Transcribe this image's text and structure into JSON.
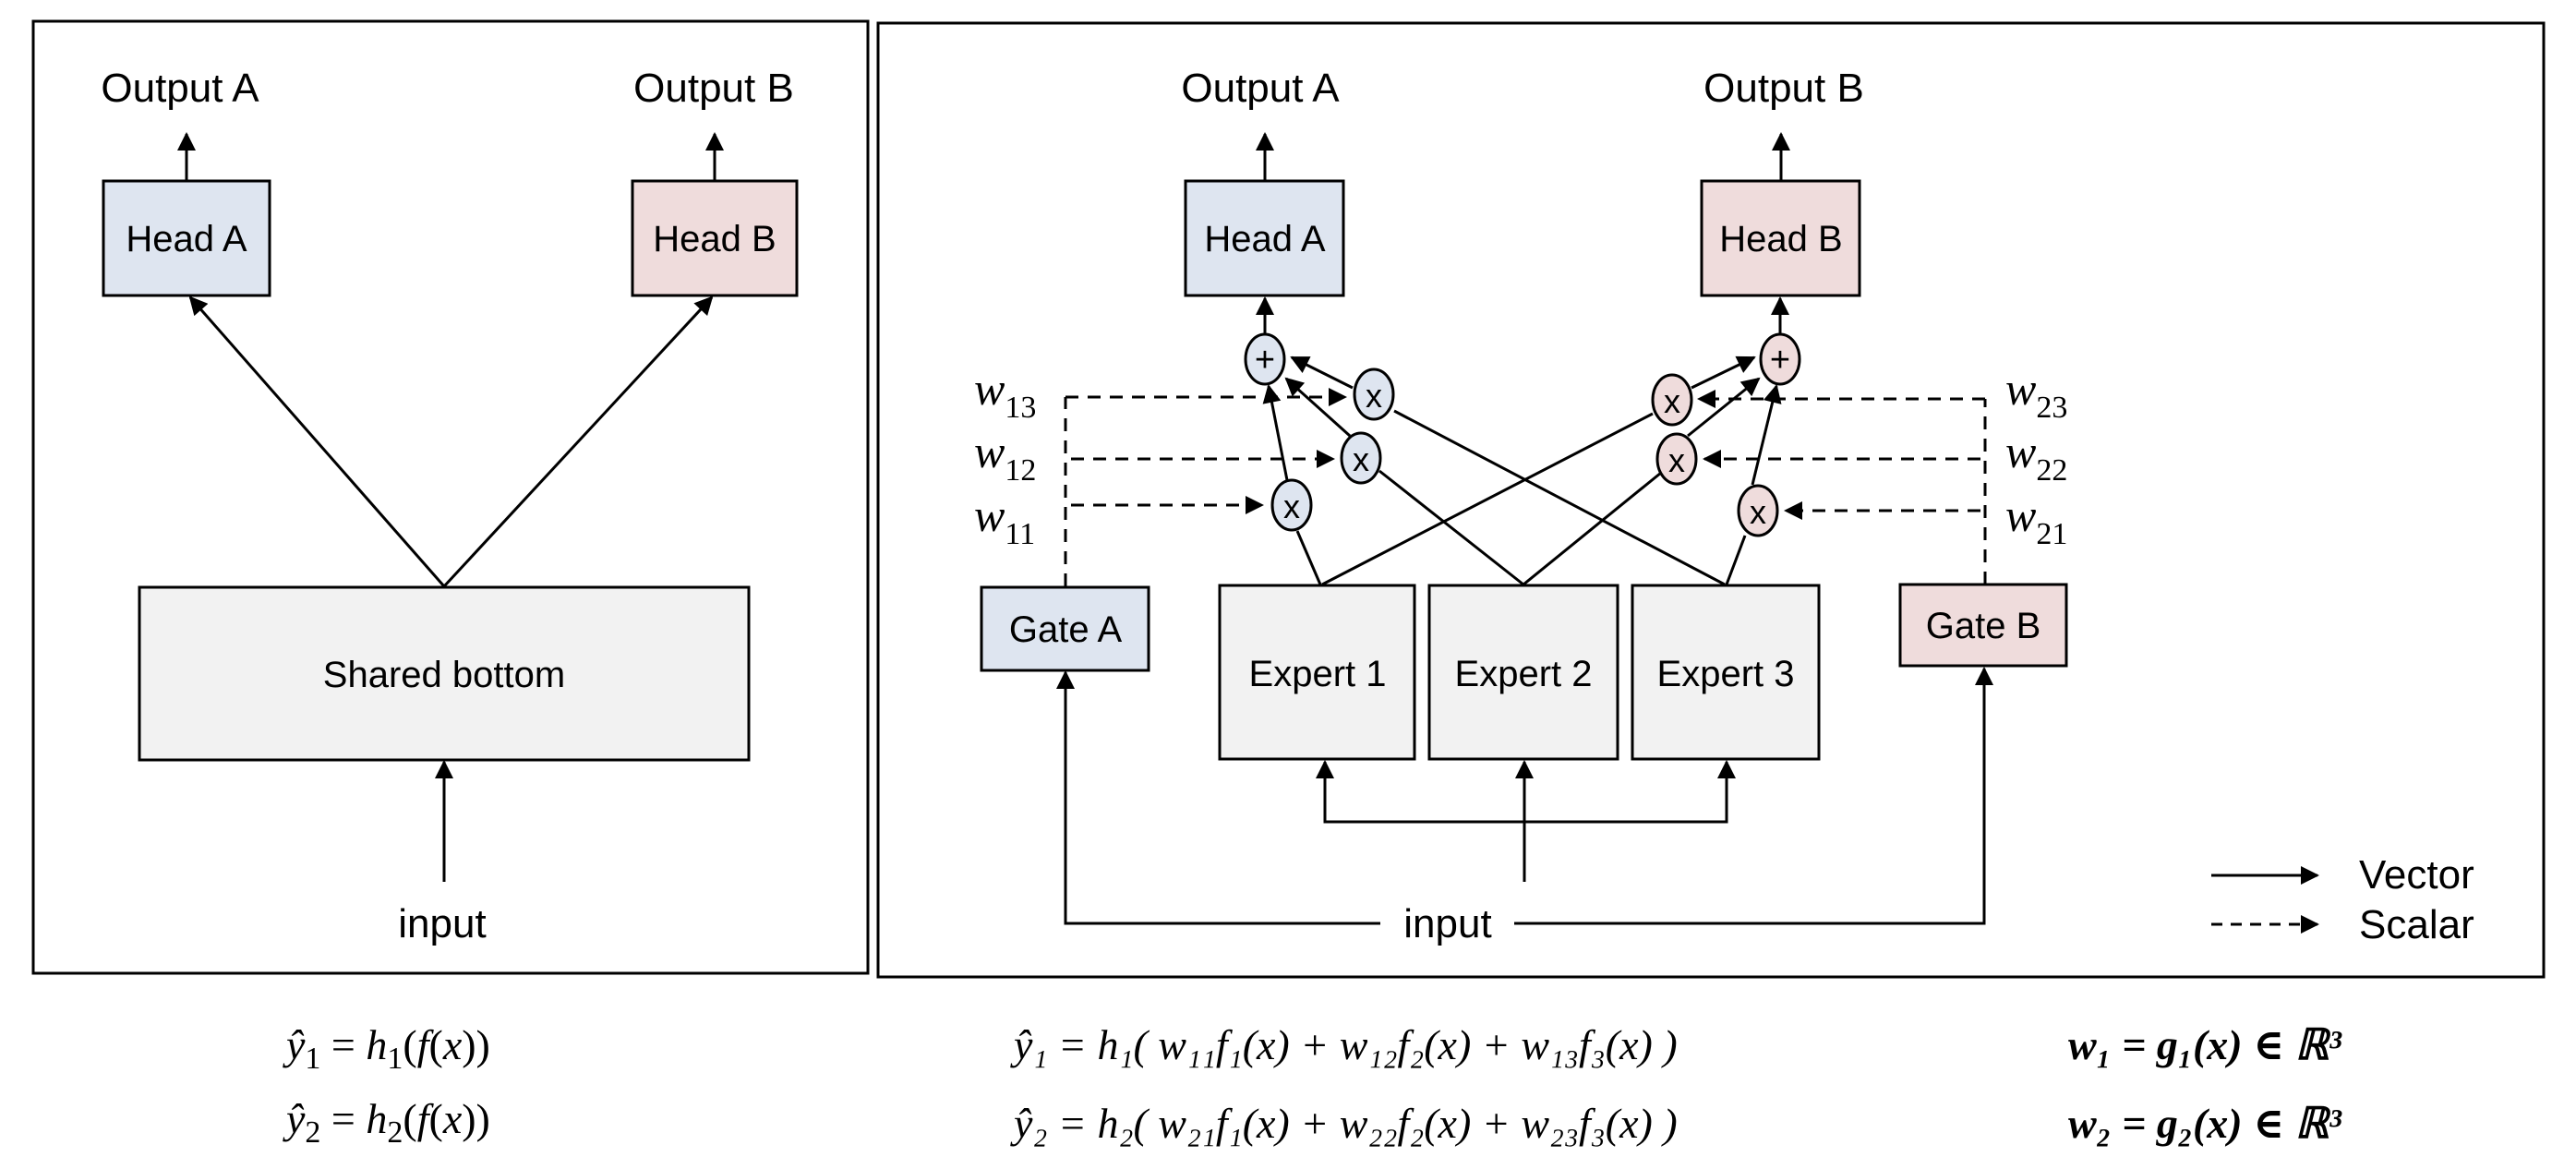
{
  "colors": {
    "head_a_fill": "#dee5f0",
    "head_b_fill": "#efdcdc",
    "neutral_fill": "#f2f2f2",
    "stroke": "#000000"
  },
  "shared_bottom_model": {
    "output_a": "Output A",
    "output_b": "Output B",
    "head_a": "Head A",
    "head_b": "Head B",
    "shared_bottom": "Shared bottom",
    "input": "input",
    "equations": [
      {
        "lhs": "ŷ",
        "lhs_sub": "1",
        "h_sub": "1",
        "text": "= h(f(x))"
      },
      {
        "lhs": "ŷ",
        "lhs_sub": "2",
        "h_sub": "2",
        "text": "= h(f(x))"
      }
    ]
  },
  "mixture_of_experts_model": {
    "output_a": "Output A",
    "output_b": "Output B",
    "head_a": "Head A",
    "head_b": "Head B",
    "gate_a": "Gate A",
    "gate_b": "Gate B",
    "experts": [
      "Expert 1",
      "Expert 2",
      "Expert 3"
    ],
    "input": "input",
    "sum_symbol": "+",
    "mult_symbol": "x",
    "weights_a": [
      {
        "base": "w",
        "sub": "13"
      },
      {
        "base": "w",
        "sub": "12"
      },
      {
        "base": "w",
        "sub": "11"
      }
    ],
    "weights_b": [
      {
        "base": "w",
        "sub": "23"
      },
      {
        "base": "w",
        "sub": "22"
      },
      {
        "base": "w",
        "sub": "21"
      }
    ],
    "legend": {
      "vector": "Vector",
      "scalar": "Scalar"
    },
    "equations": [
      {
        "text": "ŷ₁ = h₁( w₁₁f₁(x) + w₁₂f₂(x) + w₁₃f₃(x) )",
        "gate_text": "w₁ = g₁(x) ∈ ℝ³"
      },
      {
        "text": "ŷ₂ = h₂( w₂₁f₁(x) + w₂₂f₂(x) + w₂₃f₃(x) )",
        "gate_text": "w₂ = g₂(x) ∈ ℝ³"
      }
    ]
  }
}
